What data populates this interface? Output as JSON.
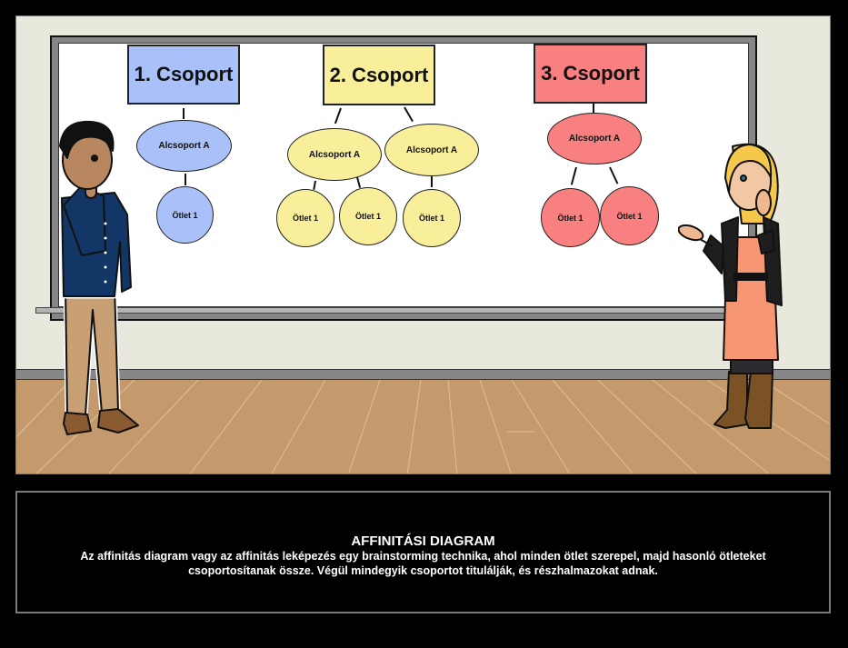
{
  "scene": {
    "colors": {
      "wall": "#e8e8dd",
      "floor": "#c49a6c",
      "board": "#ffffff",
      "frame": "#858585",
      "group1": "#a9c0f9",
      "group2": "#f9ef9b",
      "group3": "#f98080"
    },
    "groups": [
      {
        "title": "1. Csoport",
        "subgroups": [
          {
            "label": "Alcsoport A",
            "ideas": [
              "Ötlet 1"
            ]
          }
        ]
      },
      {
        "title": "2. Csoport",
        "subgroups": [
          {
            "label": "Alcsoport A",
            "ideas": [
              "Ötlet 1",
              "Ötlet 1"
            ]
          },
          {
            "label": "Alcsoport A",
            "ideas": [
              "Ötlet 1"
            ]
          }
        ]
      },
      {
        "title": "3. Csoport",
        "subgroups": [
          {
            "label": "Alcsoport A",
            "ideas": [
              "Ötlet 1",
              "Ötlet 1"
            ]
          }
        ]
      }
    ],
    "characters": [
      "man-thinking",
      "woman-presenting"
    ]
  },
  "caption": {
    "title": "AFFINITÁSI DIAGRAM",
    "body": "Az affinitás diagram vagy az affinitás leképezés egy brainstorming technika, ahol minden ötlet szerepel, majd hasonló ötleteket csoportosítanak össze. Végül mindegyik csoportot titulálják, és részhalmazokat adnak."
  }
}
